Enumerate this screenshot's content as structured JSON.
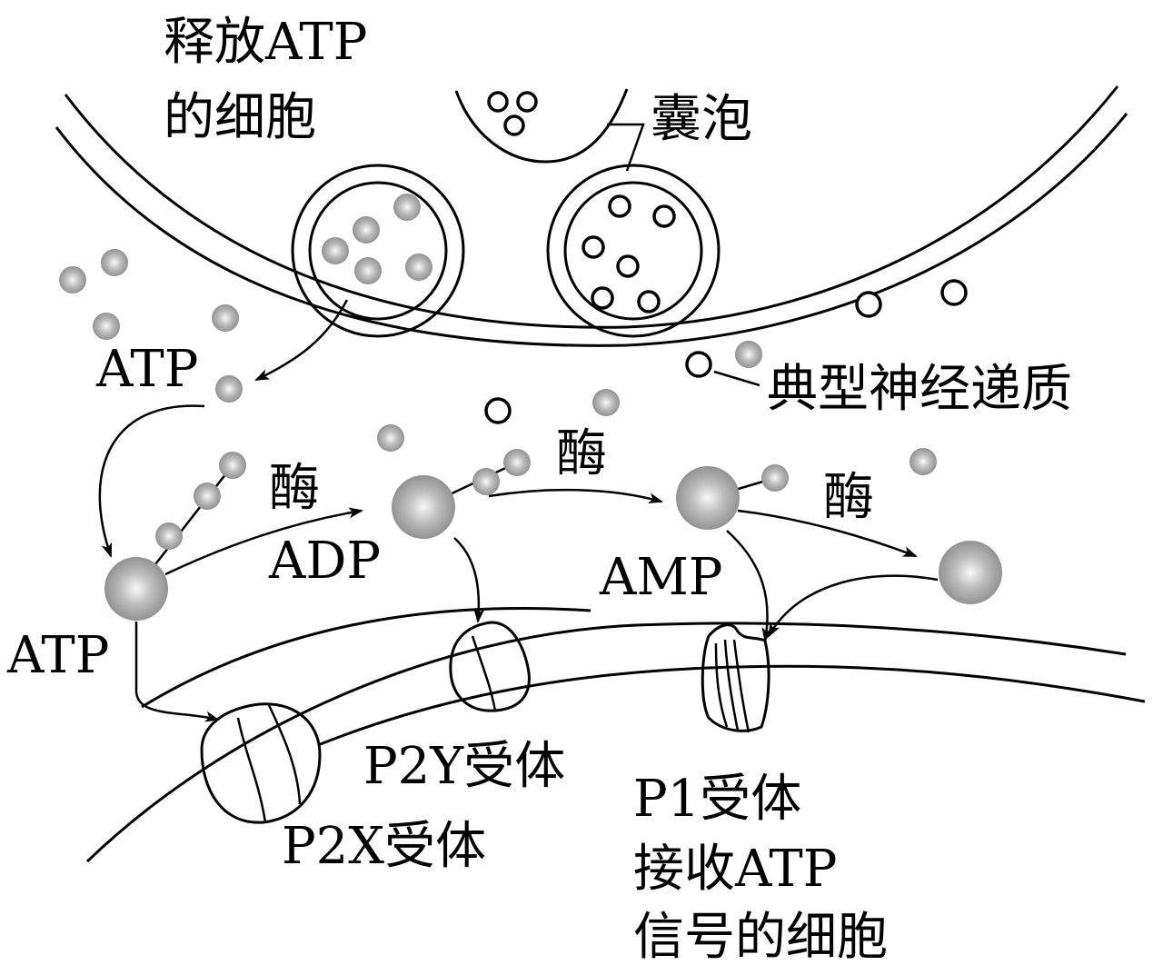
{
  "labels": {
    "releasing_cell_line1": "释放ATP",
    "releasing_cell_line2": "的细胞",
    "vesicle": "囊泡",
    "typical_neurotransmitter": "典型神经递质",
    "atp_released": "ATP",
    "enzyme_1": "酶",
    "enzyme_2": "酶",
    "enzyme_3": "酶",
    "adp": "ADP",
    "amp": "AMP",
    "atp_bound": "ATP",
    "p2y_receptor": "P2Y受体",
    "p2x_receptor": "P2X受体",
    "p1_receptor": "P1受体",
    "receiving_cell_line1": "接收ATP",
    "receiving_cell_line2": "信号的细胞"
  },
  "colors": {
    "stroke": "#000000",
    "background": "#ffffff",
    "molecule_gray": "#9a9a9a",
    "molecule_highlight": "#f2f2f2"
  }
}
